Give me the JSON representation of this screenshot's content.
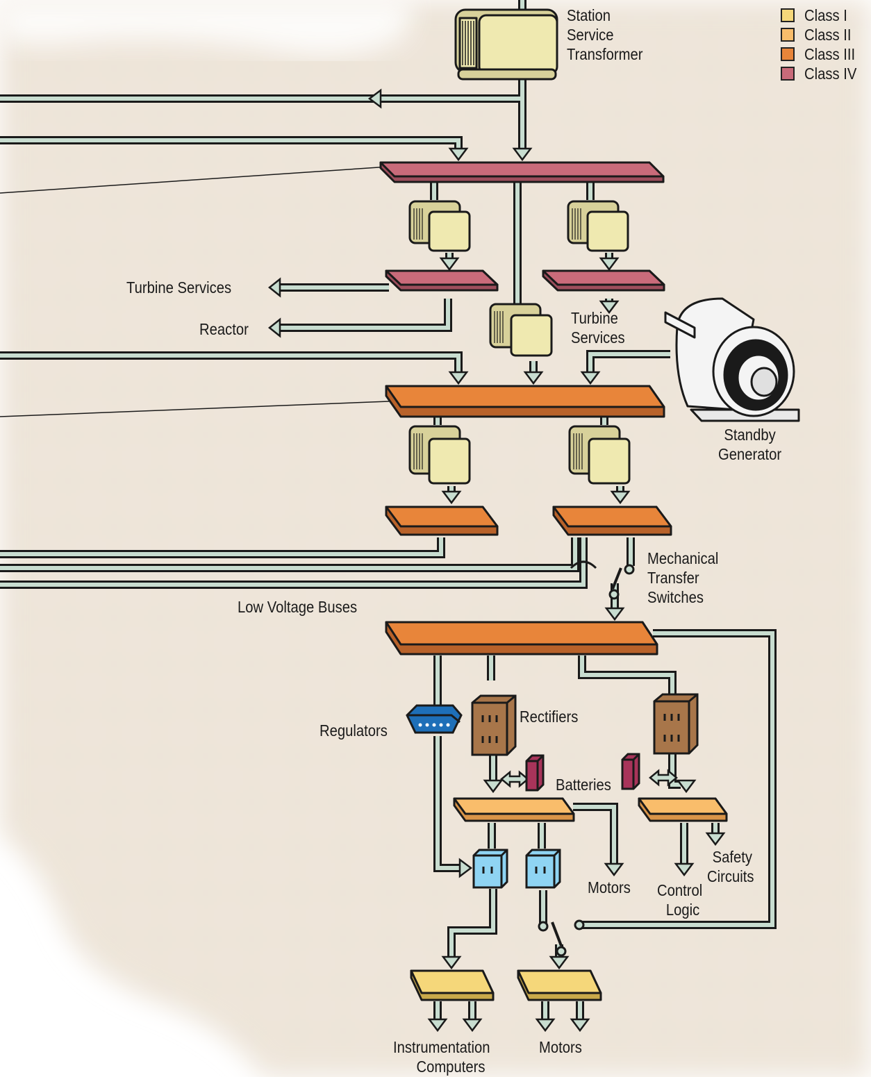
{
  "legend": [
    {
      "label": "Class I",
      "color": "#f5d77a"
    },
    {
      "label": "Class II",
      "color": "#f9bd6b"
    },
    {
      "label": "Class III",
      "color": "#e8853a"
    },
    {
      "label": "Class IV",
      "color": "#c96b7a"
    }
  ],
  "labels": {
    "station_service_transformer": [
      "Station",
      "Service",
      "Transformer"
    ],
    "turbine_services_left": "Turbine Services",
    "reactor": "Reactor",
    "turbine_services_right": [
      "Turbine",
      "Services"
    ],
    "standby_generator": [
      "Standby",
      "Generator"
    ],
    "mechanical_transfer_switches": [
      "Mechanical",
      "Transfer",
      "Switches"
    ],
    "low_voltage_buses": "Low Voltage Buses",
    "regulators": "Regulators",
    "rectifiers": "Rectifiers",
    "batteries": "Batteries",
    "motors_mid": "Motors",
    "control_logic": [
      "Control",
      "Logic"
    ],
    "safety_circuits": [
      "Safety",
      "Circuits"
    ],
    "instrumentation_computers": [
      "Instrumentation",
      "Computers"
    ],
    "motors_bottom": "Motors"
  },
  "colors": {
    "wire_fill": "#c8ddd0",
    "wire_outline": "#1a1a1a",
    "transformer": "#efe9b0",
    "background_panel": "#ede4d8",
    "grid_line": "#ffffff",
    "rectifier": "#a8764a",
    "regulator": "#1e6fb8",
    "outlet": "#8fd4f3",
    "battery": "#a8345a"
  }
}
